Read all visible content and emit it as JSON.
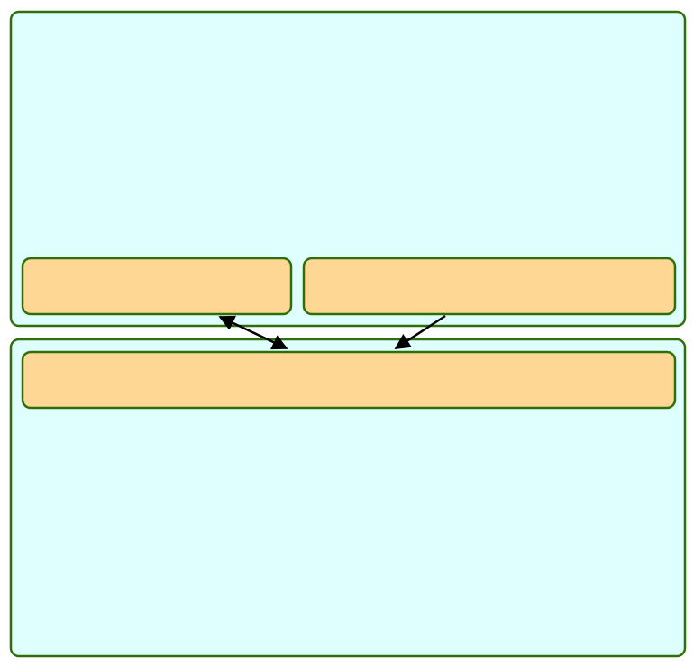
{
  "colors": {
    "container_fill": "#dfffff",
    "container_stroke": "#2e6f0a",
    "node_fill": "#fed795",
    "node_stroke": "#2e6f0a",
    "arrow": "#000000"
  },
  "containers": [
    {
      "id": "top-container",
      "label": ""
    },
    {
      "id": "bottom-container",
      "label": ""
    }
  ],
  "nodes": [
    {
      "id": "top-left-node",
      "label": ""
    },
    {
      "id": "top-right-node",
      "label": ""
    },
    {
      "id": "bottom-wide-node",
      "label": ""
    }
  ],
  "edges": [
    {
      "from": "top-left-node",
      "to": "bottom-wide-node",
      "direction": "both"
    },
    {
      "from": "top-right-node",
      "to": "bottom-wide-node",
      "direction": "forward"
    }
  ]
}
